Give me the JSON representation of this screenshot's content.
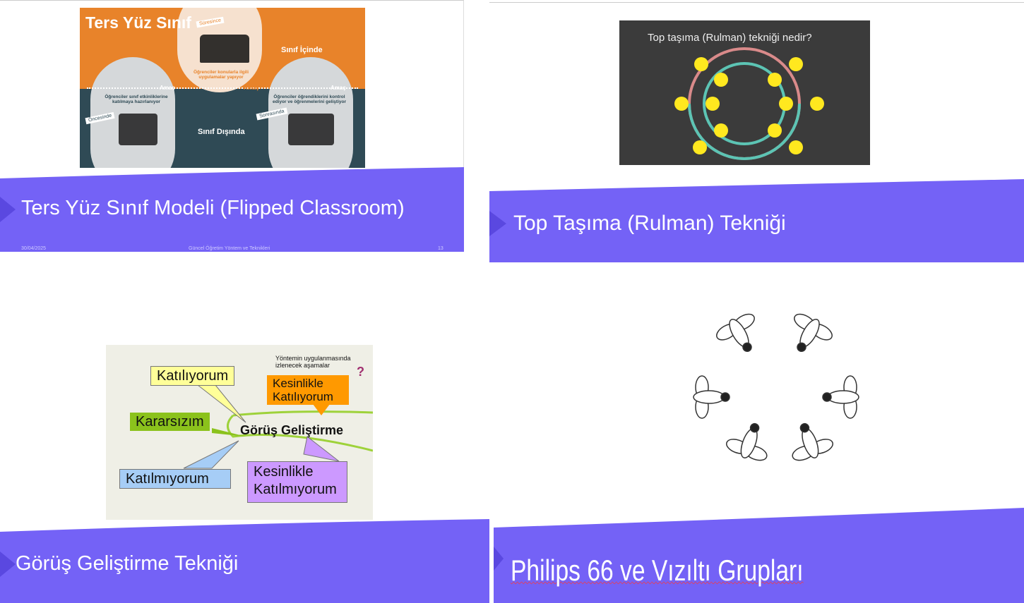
{
  "slides": [
    {
      "title": "Ters Yüz Sınıf Modeli (Flipped Classroom)",
      "footer": {
        "date": "30/04/2025",
        "center": "Güncel Öğretim Yöntem ve Teknikleri",
        "page": "13"
      },
      "image": {
        "heading": "Ters Yüz Sınıf",
        "during_tag": "Süresince",
        "in_class": "Sınıf İçinde",
        "during_text": "Öğrenciler konularla ilgili uygulamalar yapıyor",
        "goal": "Amaç",
        "before_text": "Öğrenciler sınıf etkinliklerine katılmaya hazırlanıyor",
        "after_text": "Öğrenciler öğrendiklerini kontrol ediyor ve öğrenmelerini geliştiyor",
        "before_tag": "Öncesinde",
        "after_tag": "Sonrasında",
        "out_class": "Sınıf Dışında"
      }
    },
    {
      "title": "Top Taşıma (Rulman) Tekniği",
      "image": {
        "caption": "Top taşıma (Rulman) tekniği nedir?"
      }
    },
    {
      "title": "Görüş Geliştirme Tekniği",
      "image": {
        "note": "Yöntemin uygulanmasında izlenecek aşamalar",
        "center": "Görüş Geliştirme",
        "agree": "Katılıyorum",
        "strongly_agree": "Kesinlikle Katılıyorum",
        "undecided": "Kararsızım",
        "disagree": "Katılmıyorum",
        "strongly_disagree": "Kesinlikle Katılmıyorum"
      }
    },
    {
      "title": "Philips 66 ve Vızıltı Grupları"
    }
  ],
  "colors": {
    "band": "#7462f6",
    "band_dark": "#5a48e0",
    "orange": "#e8832a",
    "teal": "#2f4a55"
  }
}
